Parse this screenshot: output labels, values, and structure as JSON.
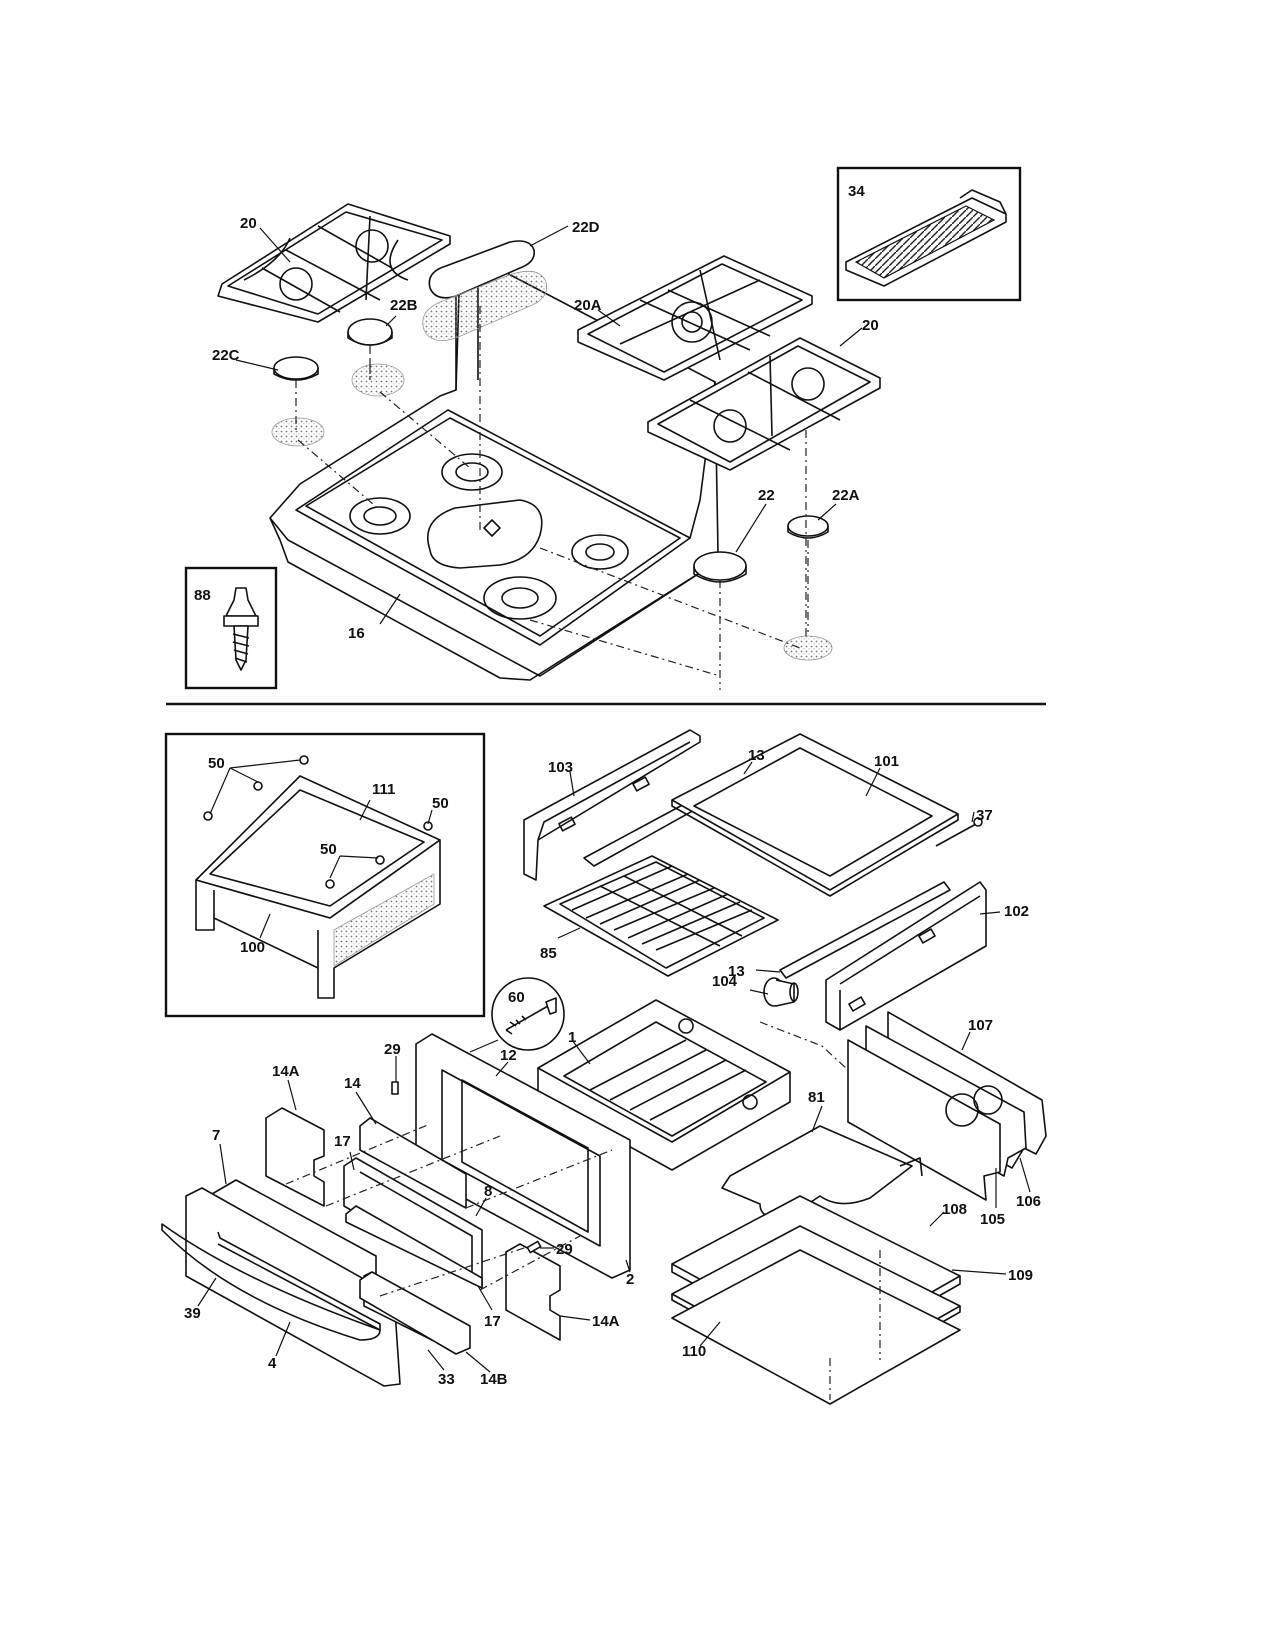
{
  "labels": {
    "l20a": "20",
    "l22d": "22D",
    "l22b": "22B",
    "l22c": "22C",
    "l20A": "20A",
    "l20b": "20",
    "l34": "34",
    "l22": "22",
    "l22a": "22A",
    "l88": "88",
    "l16": "16",
    "l50a": "50",
    "l111": "111",
    "l50b": "50",
    "l50c": "50",
    "l100": "100",
    "l103": "103",
    "l13a": "13",
    "l101": "101",
    "l37": "37",
    "l102": "102",
    "l85": "85",
    "l13b": "13",
    "l60": "60",
    "l104": "104",
    "l1": "1",
    "l107": "107",
    "l29a": "29",
    "l12": "12",
    "l14A1": "14A",
    "l14": "14",
    "l7": "7",
    "l17a": "17",
    "l8": "8",
    "l81": "81",
    "l29b": "29",
    "l2": "2",
    "l108": "108",
    "l105": "105",
    "l106": "106",
    "l109": "109",
    "l39": "39",
    "l17b": "17",
    "l14A2": "14A",
    "l4": "4",
    "l33": "33",
    "l14B": "14B",
    "l110": "110"
  },
  "icons": {
    "gas-grate": "grate",
    "burner-cap": "cap",
    "burner-head": "burner",
    "griddle": "griddle",
    "screw": "screw",
    "oven-rack": "rack",
    "bake-element": "element",
    "drawer": "drawer",
    "door": "door"
  }
}
